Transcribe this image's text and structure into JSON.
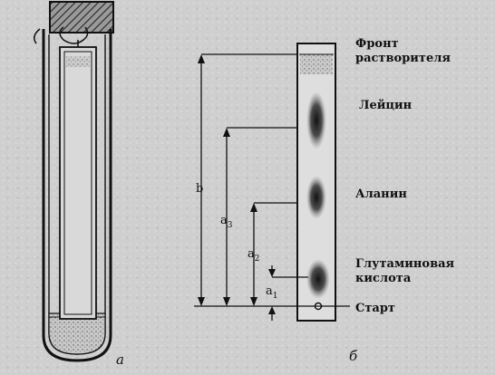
{
  "figure_labels": {
    "panel_a": "а",
    "panel_b": "б"
  },
  "plate_labels": {
    "solvent_front_line1": "Фронт",
    "solvent_front_line2": "растворителя",
    "leucine": "Лейцин",
    "alanine": "Аланин",
    "glutamic_line1": "Глутаминовая",
    "glutamic_line2": "кислота",
    "start": "Старт"
  },
  "distance_labels": {
    "b": "b",
    "a3": "a",
    "a3_sub": "3",
    "a2": "a",
    "a2_sub": "2",
    "a1": "a",
    "a1_sub": "1"
  }
}
